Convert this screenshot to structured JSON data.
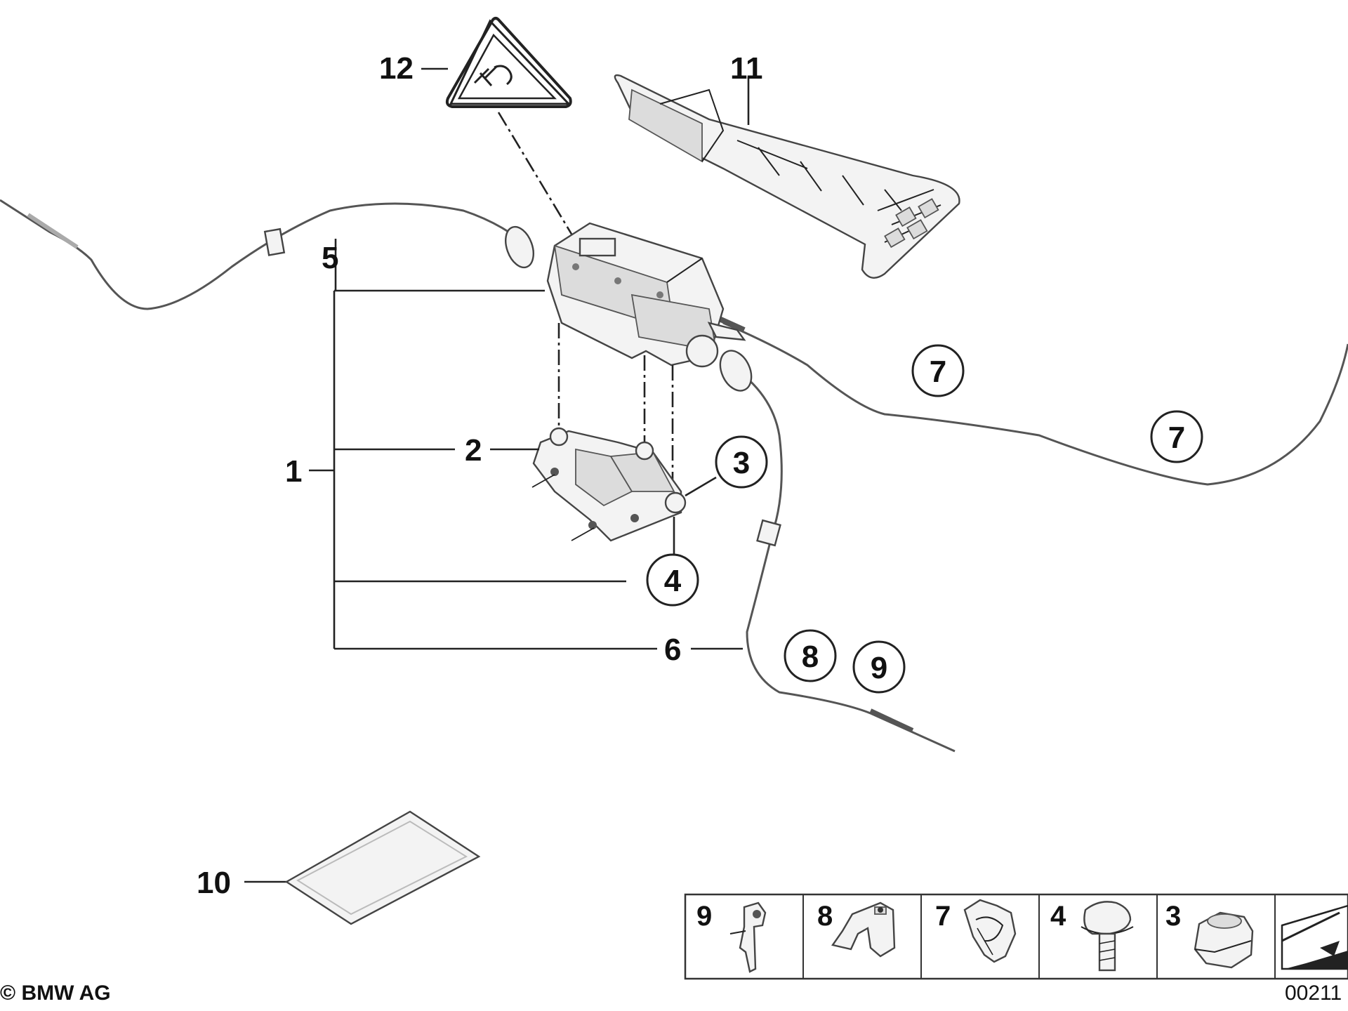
{
  "labels": {
    "l1": "1",
    "l2": "2",
    "l3": "3",
    "l4": "4",
    "l5": "5",
    "l6": "6",
    "l7a": "7",
    "l7b": "7",
    "l8": "8",
    "l9": "9",
    "l10": "10",
    "l11": "11",
    "l12": "12"
  },
  "parts_table": {
    "cells": [
      "9",
      "8",
      "7",
      "4",
      "3"
    ]
  },
  "footer": {
    "copyright": "© BMW AG",
    "diagram_number": "00211"
  },
  "icons": [
    "warning-triangle-icon",
    "pin-clip-icon",
    "clamp-icon",
    "cable-clip-icon",
    "bolt-icon",
    "nut-icon",
    "arrow-ramp-icon"
  ]
}
